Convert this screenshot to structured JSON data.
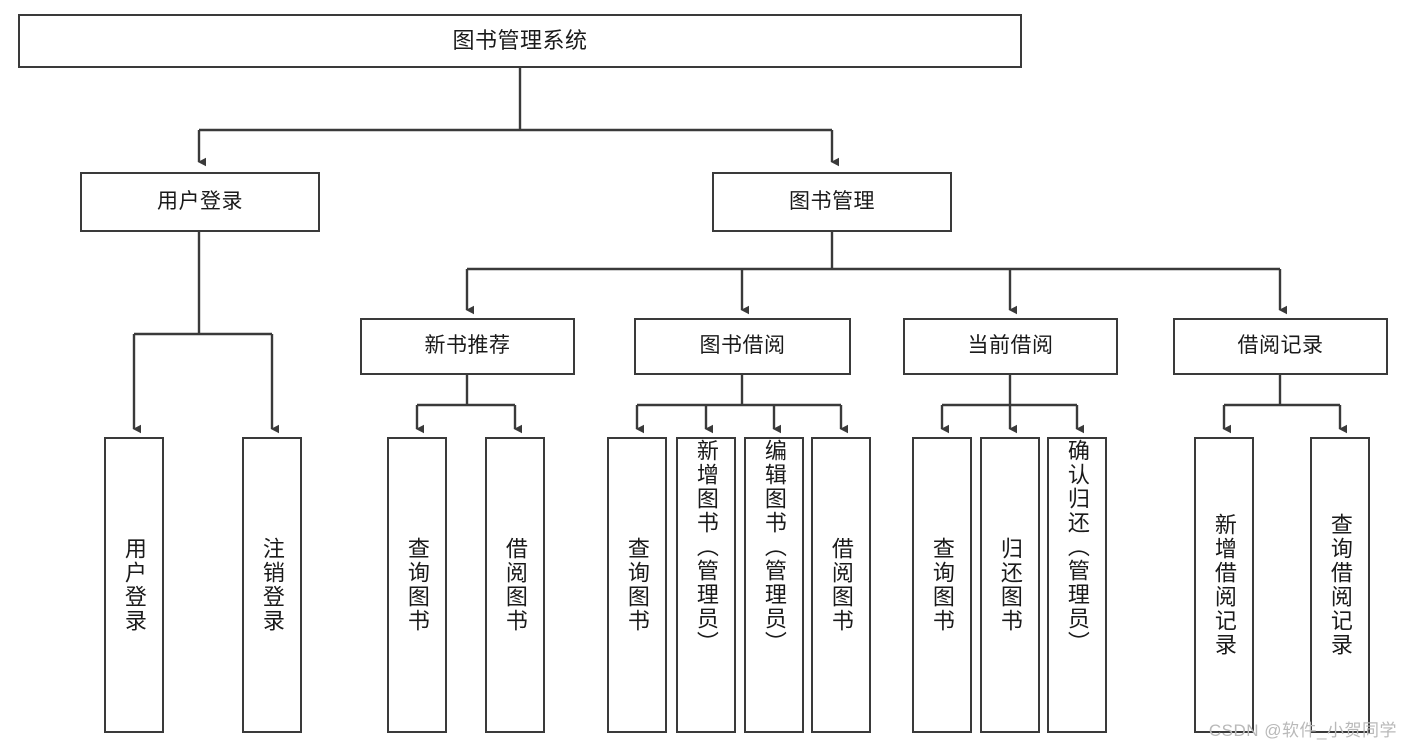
{
  "diagram": {
    "title": "图书管理系统",
    "watermark": "CSDN @软件_小贺同学",
    "line_color": "#3a3a3a",
    "background": "#ffffff",
    "text_color": "#1a1a1a",
    "levels": {
      "root": {
        "label": "图书管理系统"
      },
      "level2": [
        {
          "label": "用户登录"
        },
        {
          "label": "图书管理"
        }
      ],
      "level3": [
        {
          "label": "新书推荐"
        },
        {
          "label": "图书借阅"
        },
        {
          "label": "当前借阅"
        },
        {
          "label": "借阅记录"
        }
      ],
      "leaves": [
        {
          "label": "用户登录",
          "parent": "用户登录"
        },
        {
          "label": "注销登录",
          "parent": "用户登录"
        },
        {
          "label": "查询图书",
          "parent": "新书推荐"
        },
        {
          "label": "借阅图书",
          "parent": "新书推荐"
        },
        {
          "label": "查询图书",
          "parent": "图书借阅"
        },
        {
          "label": "新增图书（管理员）",
          "parent": "图书借阅"
        },
        {
          "label": "编辑图书（管理员）",
          "parent": "图书借阅"
        },
        {
          "label": "借阅图书",
          "parent": "图书借阅"
        },
        {
          "label": "查询图书",
          "parent": "当前借阅"
        },
        {
          "label": "归还图书",
          "parent": "当前借阅"
        },
        {
          "label": "确认归还（管理员）",
          "parent": "当前借阅"
        },
        {
          "label": "新增借阅记录",
          "parent": "借阅记录"
        },
        {
          "label": "查询借阅记录",
          "parent": "借阅记录"
        }
      ]
    }
  }
}
